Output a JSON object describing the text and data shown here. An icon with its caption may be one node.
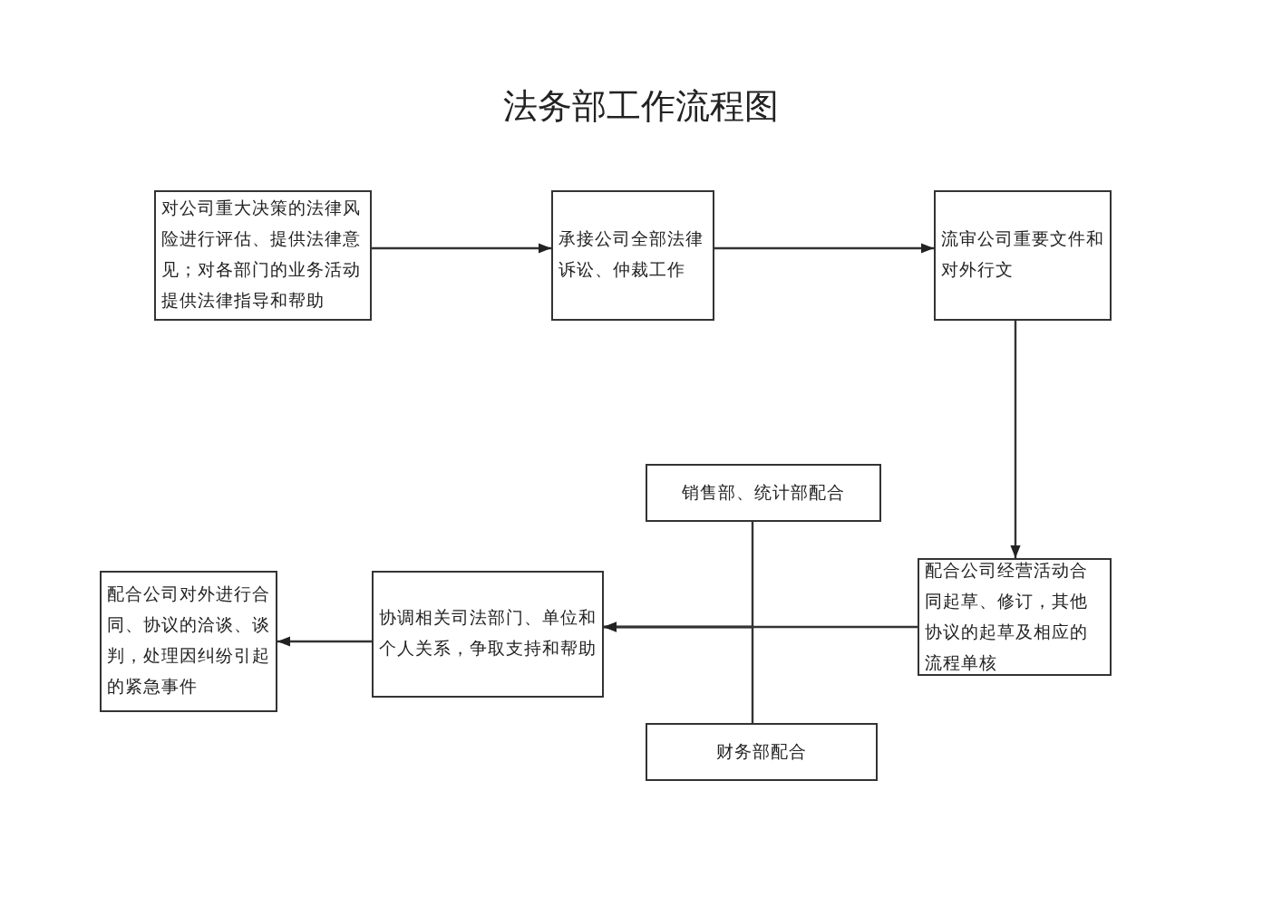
{
  "diagram": {
    "title": "法务部工作流程图",
    "nodes": [
      {
        "text": [
          "对公司重大决策的法律风险进行评估、提供法律意见；对各部门的业务活动提供法律指导和帮助"
        ]
      },
      {
        "text": [
          "承接公司全部法律诉讼、仲裁工作"
        ]
      },
      {
        "text": [
          "流审公司重要文件和对外行文"
        ]
      },
      {
        "text": [
          "销售部、统计部配合"
        ]
      },
      {
        "text": [
          "配合公司经营活动合同起草、修订，其他协议的起草及相应的流程单核"
        ]
      },
      {
        "text": [
          "财务部配合"
        ]
      },
      {
        "text": [
          "协调相关司法部门、单位和个人关系，争取支持和帮助"
        ]
      },
      {
        "text": [
          "配合公司对外进行合同、协议的洽谈、谈判，处理因纠纷引起的紧急事件"
        ]
      }
    ],
    "edges": [
      {
        "from": 0,
        "to": 1,
        "arrow": "to"
      },
      {
        "from": 1,
        "to": 2,
        "arrow": "to"
      },
      {
        "from": 2,
        "to": 4,
        "arrow": "to"
      },
      {
        "from": 4,
        "to": 6,
        "arrow": "to"
      },
      {
        "from": 3,
        "to": 6,
        "arrow": "to"
      },
      {
        "from": 5,
        "to": 6,
        "arrow": "to"
      },
      {
        "from": 6,
        "to": 7,
        "arrow": "to"
      }
    ]
  }
}
